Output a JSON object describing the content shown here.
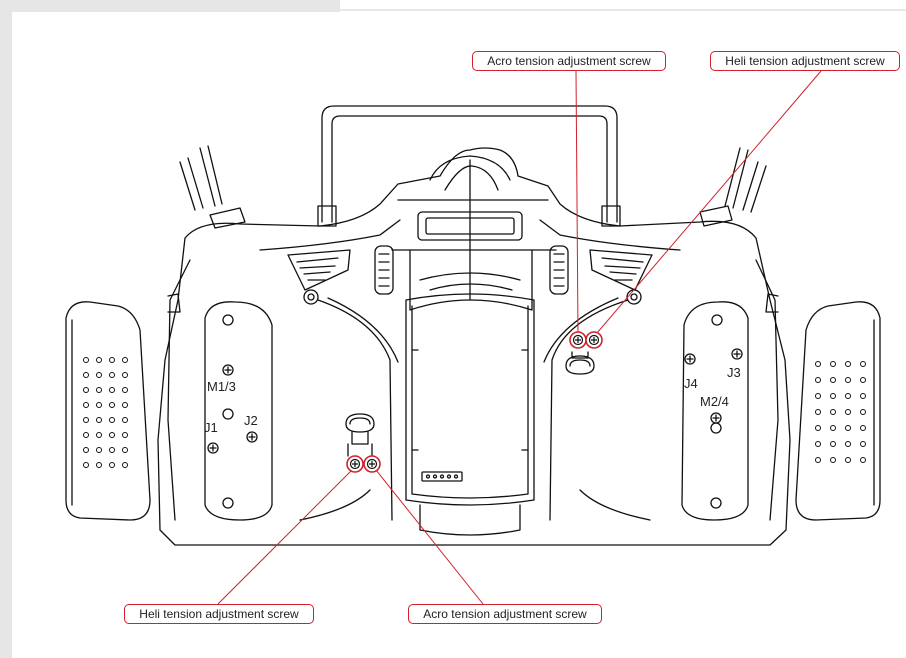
{
  "callouts": {
    "acro_top": "Acro tension adjustment screw",
    "heli_top": "Heli tension adjustment screw",
    "heli_bottom": "Heli tension adjustment screw",
    "acro_bottom": "Acro tension adjustment screw"
  },
  "labels": {
    "m13": "M1/3",
    "j1": "J1",
    "j2": "J2",
    "j3": "J3",
    "j4": "J4",
    "m24": "M2/4"
  },
  "colors": {
    "accent": "#d0212d",
    "frame": "#e6e6e6"
  }
}
